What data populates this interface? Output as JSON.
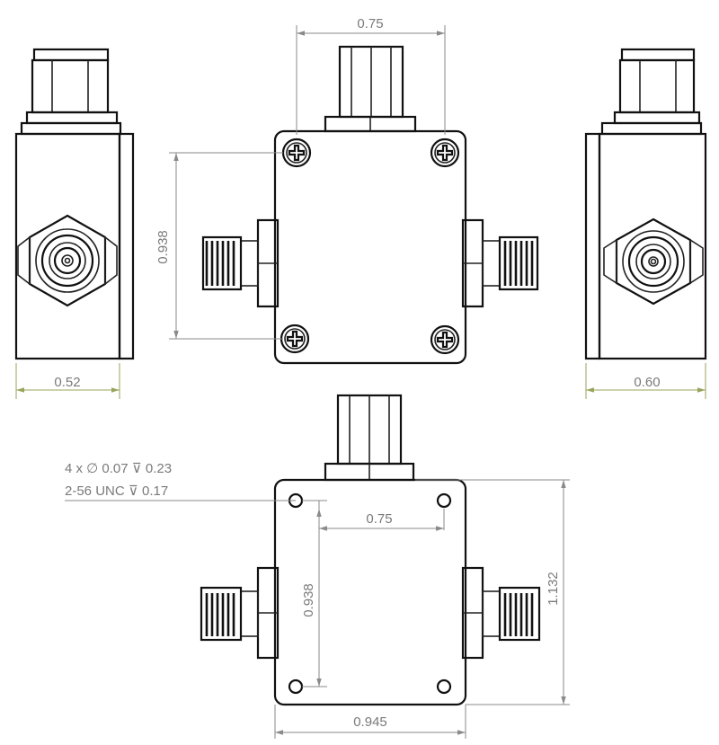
{
  "dimensions": {
    "top_hole_spacing": "0.75",
    "top_height": "0.938",
    "left_view_width": "0.52",
    "right_view_width": "0.60",
    "bottom_hole_spacing": "0.75",
    "bottom_hole_height": "0.938",
    "bottom_overall_height": "1.132",
    "bottom_overall_width": "0.945"
  },
  "notes": {
    "hole_callout": "4 x ∅ 0.07 ⊽ 0.23",
    "thread_callout": "2-56 UNC  ⊽ 0.17"
  },
  "colors": {
    "outline": "#222222",
    "dimension": "#8a8a8a",
    "dimension_text": "#7a7a7a",
    "width_dimension": "#9aa35a"
  }
}
